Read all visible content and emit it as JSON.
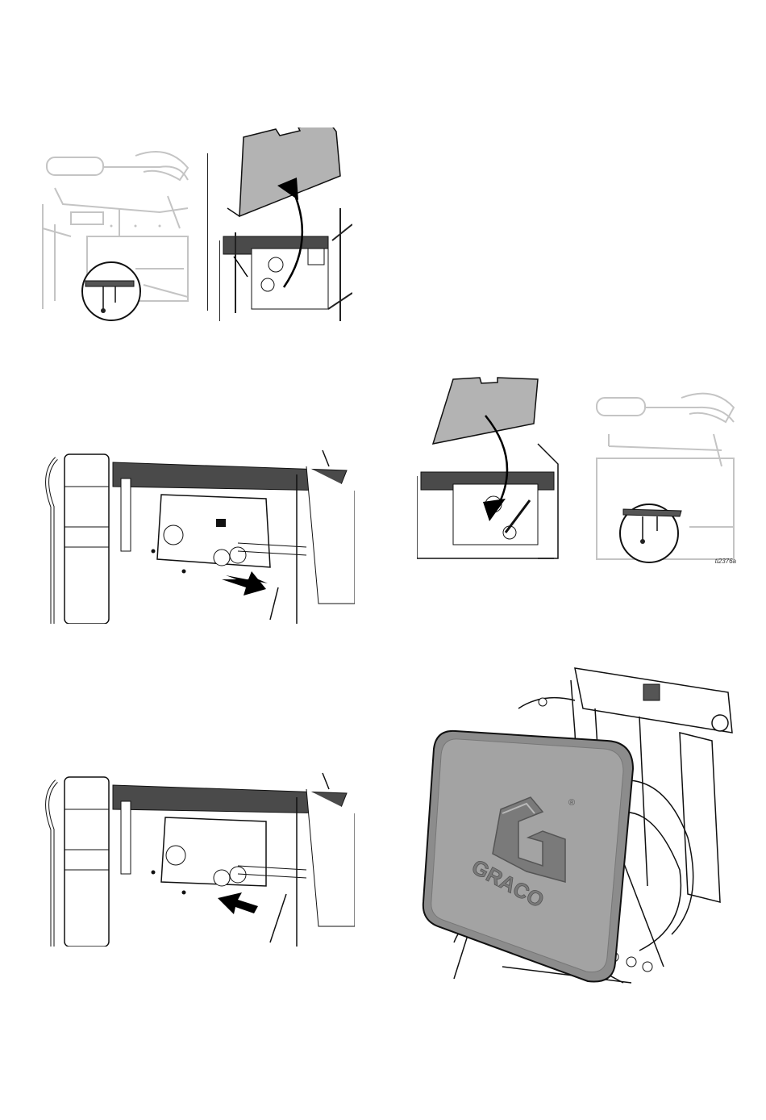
{
  "figures": [
    {
      "id": "panel-cover-removal-screw-detail"
    },
    {
      "id": "panel-cover-lift-off"
    },
    {
      "id": "control-board-removal"
    },
    {
      "id": "control-board-installation"
    },
    {
      "id": "panel-cover-install"
    },
    {
      "id": "panel-cover-screw-install-detail"
    },
    {
      "id": "graco-cover-install"
    }
  ],
  "figure_code": "ti2376a",
  "logo": {
    "brand_text": "GRACO",
    "registered_mark": "®"
  },
  "colors": {
    "panel_gray": "#b3b3b3",
    "plate_dark": "#4a4a4a",
    "line": "#1a1a1a",
    "faded_line": "#bdbdbd",
    "cover_gray": "#8c8c8c"
  }
}
